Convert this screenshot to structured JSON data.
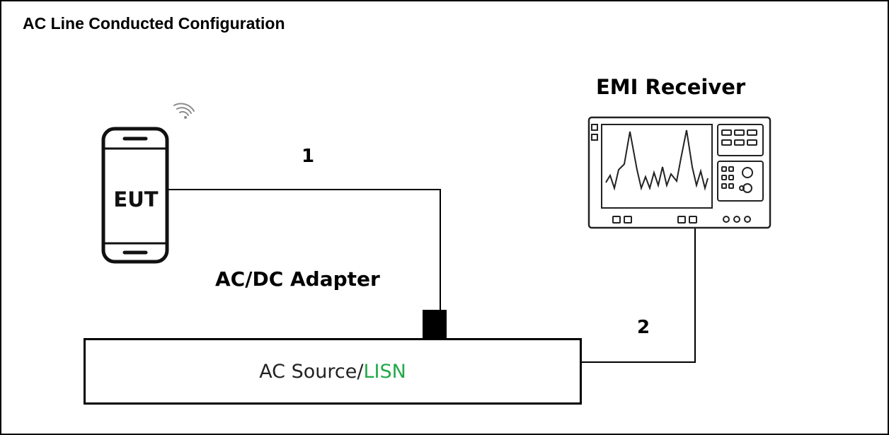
{
  "diagram": {
    "title": "AC Line Conducted Configuration",
    "eut": {
      "label": "EUT"
    },
    "emi_receiver": {
      "label": "EMI Receiver"
    },
    "adapter": {
      "label": "AC/DC Adapter"
    },
    "lisn": {
      "label_prefix": "AC Source/",
      "label_accent": "LISN",
      "accent_color": "#22a84a"
    },
    "cables": [
      {
        "label": "1",
        "from": "EUT",
        "to": "AC/DC Adapter"
      },
      {
        "label": "2",
        "from": "AC Source/LISN",
        "to": "EMI Receiver"
      }
    ]
  }
}
